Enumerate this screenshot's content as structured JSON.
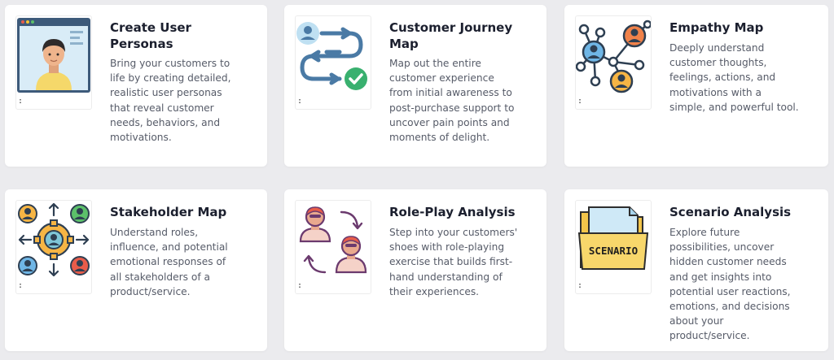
{
  "cards": [
    {
      "title": "Create User Personas",
      "description": "Bring your customers to life by creating detailed, realistic user personas that reveal customer needs, behaviors, and motivations.",
      "icon": "user-persona-icon",
      "icon_caption": ":"
    },
    {
      "title": "Customer Journey Map",
      "description": "Map out the entire customer experience from initial awareness to post-purchase support to uncover pain points and moments of delight.",
      "icon": "journey-map-icon",
      "icon_caption": ":"
    },
    {
      "title": "Empathy Map",
      "description": "Deeply understand customer thoughts, feelings, actions, and motivations with a simple, and powerful tool.",
      "icon": "empathy-network-icon",
      "icon_caption": ":"
    },
    {
      "title": "Stakeholder Map",
      "description": "Understand roles, influence, and potential emotional responses of all stakeholders of a product/service.",
      "icon": "stakeholder-gear-icon",
      "icon_caption": ":"
    },
    {
      "title": "Role-Play Analysis",
      "description": "Step into your customers' shoes with role-playing exercise that builds first-hand understanding of their experiences.",
      "icon": "role-play-icon",
      "icon_caption": ":"
    },
    {
      "title": "Scenario Analysis",
      "description": "Explore future possibilities, uncover hidden customer needs and get insights into potential user reactions, emotions, and decisions about your product/service.",
      "icon": "scenario-folder-icon",
      "icon_caption": ":",
      "icon_text": "SCENARIO"
    }
  ],
  "colors": {
    "background": "#ebebee",
    "card": "#ffffff",
    "title": "#1b1f2e",
    "text": "#565b68"
  }
}
